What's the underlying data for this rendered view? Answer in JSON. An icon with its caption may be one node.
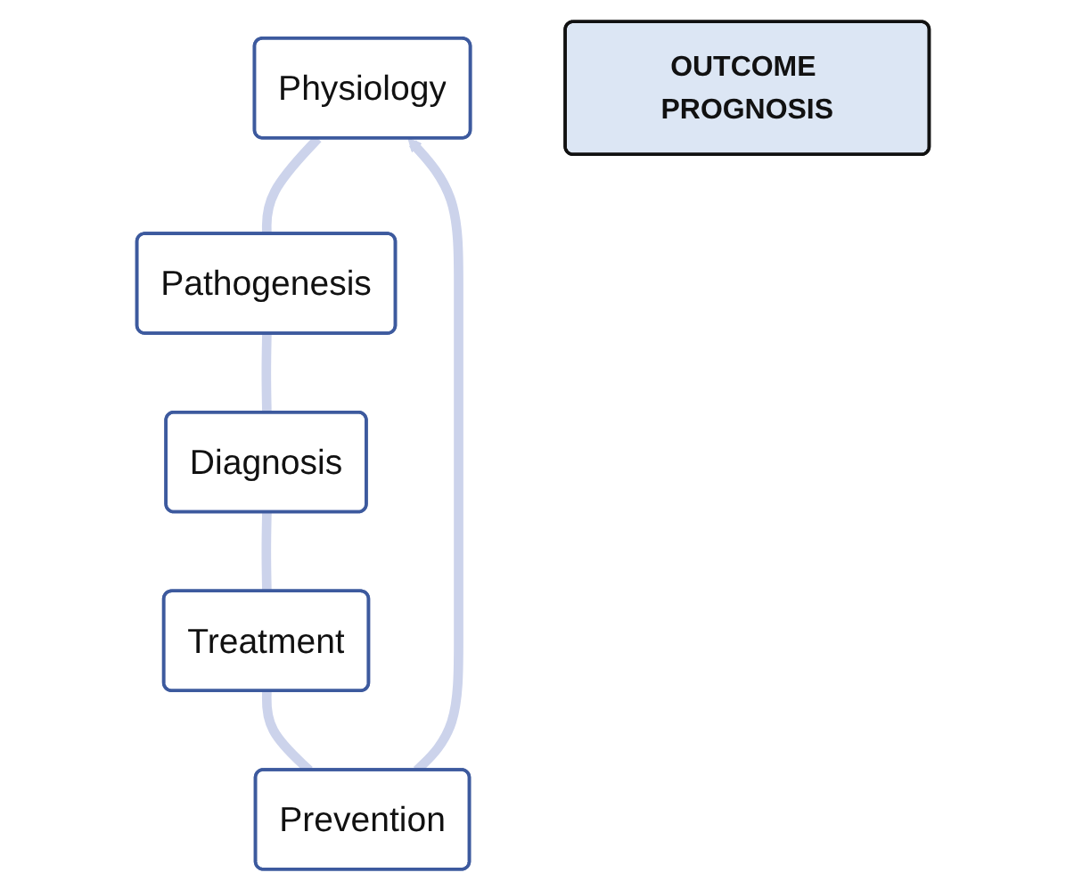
{
  "diagram": {
    "nodes": [
      {
        "text": [
          "Physiology"
        ]
      },
      {
        "text": [
          "Pathogenesis"
        ]
      },
      {
        "text": [
          "Diagnosis"
        ]
      },
      {
        "text": [
          "Treatment"
        ]
      },
      {
        "text": [
          "Prevention"
        ]
      },
      {
        "text": [
          "OUTCOME PROGNOSIS"
        ]
      }
    ],
    "edges": [
      {
        "from": 0,
        "to": 1,
        "arrow": "none"
      },
      {
        "from": 1,
        "to": 2,
        "arrow": "none"
      },
      {
        "from": 2,
        "to": 3,
        "arrow": "none"
      },
      {
        "from": 3,
        "to": 4,
        "arrow": "none"
      },
      {
        "from": 4,
        "to": 0,
        "arrow": "to"
      }
    ]
  }
}
